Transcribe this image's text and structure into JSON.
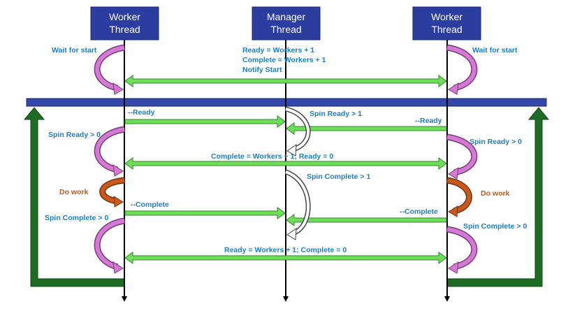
{
  "threads": {
    "left": {
      "line1": "Worker",
      "line2": "Thread"
    },
    "center": {
      "line1": "Manager",
      "line2": "Thread"
    },
    "right": {
      "line1": "Worker",
      "line2": "Thread"
    }
  },
  "labels": {
    "left_wait": "Wait for start",
    "right_wait": "Wait for start",
    "manager_init_1": "Ready = Workers + 1",
    "manager_init_2": "Complete = Workers + 1",
    "manager_init_3": "Notify Start",
    "left_dec_ready": "--Ready",
    "right_dec_ready": "--Ready",
    "manager_spin_ready": "Spin Ready > 1",
    "left_spin_ready": "Spin Ready > 0",
    "right_spin_ready": "Spin Ready > 0",
    "reset_complete": "Complete = Workers + 1; Ready = 0",
    "manager_spin_complete": "Spin Complete > 1",
    "left_do_work": "Do work",
    "right_do_work": "Do work",
    "left_dec_complete": "--Complete",
    "right_dec_complete": "--Complete",
    "left_spin_complete": "Spin Complete > 0",
    "right_spin_complete": "Spin Complete > 0",
    "reset_ready": "Ready = Workers + 1; Complete = 0"
  },
  "colors": {
    "thread_box": "#2b3ea0",
    "barrier": "#3347a8",
    "message_arrow": "#6fdc5a",
    "loop_arrow": "#1e6b24",
    "spin_arrow": "#d47ad4",
    "work_arrow": "#c65a1a",
    "label_text": "#1f7fc0"
  }
}
